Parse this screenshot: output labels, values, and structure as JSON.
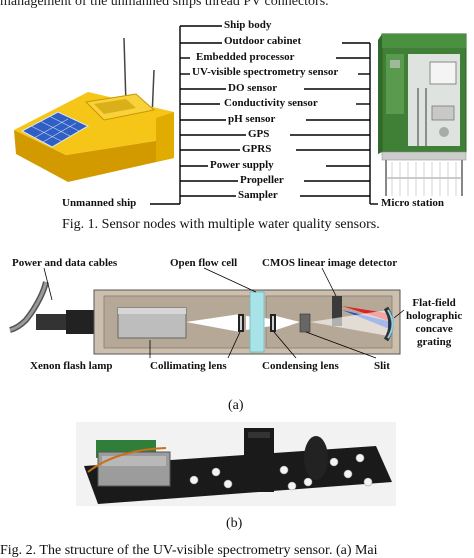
{
  "top_text": "management of the unmanned ships thread PV connectors.",
  "fig1": {
    "labels": [
      "Ship body",
      "Outdoor cabinet",
      "Embedded processor",
      "UV-visible spectrometry sensor",
      "DO sensor",
      "Conductivity sensor",
      "pH sensor",
      "GPS",
      "GPRS",
      "Power supply",
      "Propeller",
      "Sampler"
    ],
    "left_label": "Unmanned ship",
    "right_label": "Micro station",
    "caption": "Fig. 1.   Sensor nodes with multiple water quality sensors."
  },
  "fig2a": {
    "power_cables": "Power and data cables",
    "open_flow_cell": "Open flow cell",
    "cmos_detector": "CMOS linear image detector",
    "grating": [
      "Flat-field",
      "holographic",
      "concave",
      "grating"
    ],
    "xenon_lamp": "Xenon flash lamp",
    "collimating_lens": "Collimating lens",
    "condensing_lens": "Condensing lens",
    "slit": "Slit",
    "sublabel": "(a)"
  },
  "fig2b": {
    "sublabel": "(b)"
  },
  "bottom_text": "Fig. 2.   The structure of the UV-visible spectrometry sensor. (a) Mai"
}
